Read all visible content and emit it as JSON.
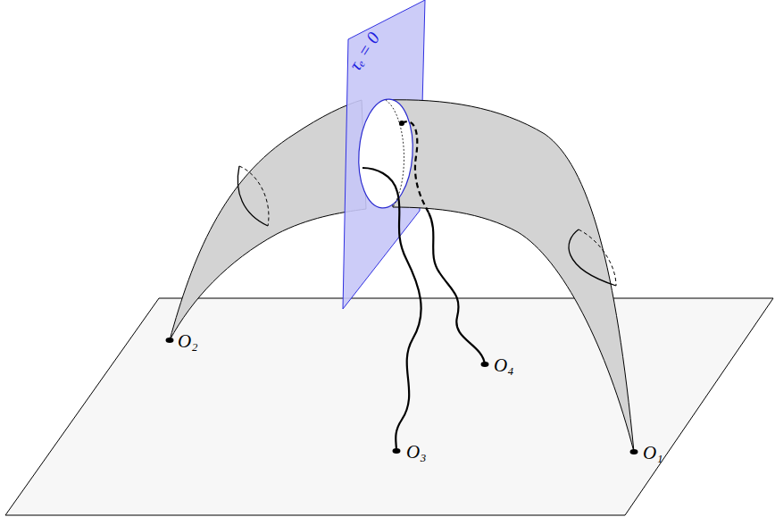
{
  "diagram": {
    "labels": [
      "O₂",
      "O₄",
      "O₃",
      "O₁",
      "τₑ = 0"
    ]
  }
}
